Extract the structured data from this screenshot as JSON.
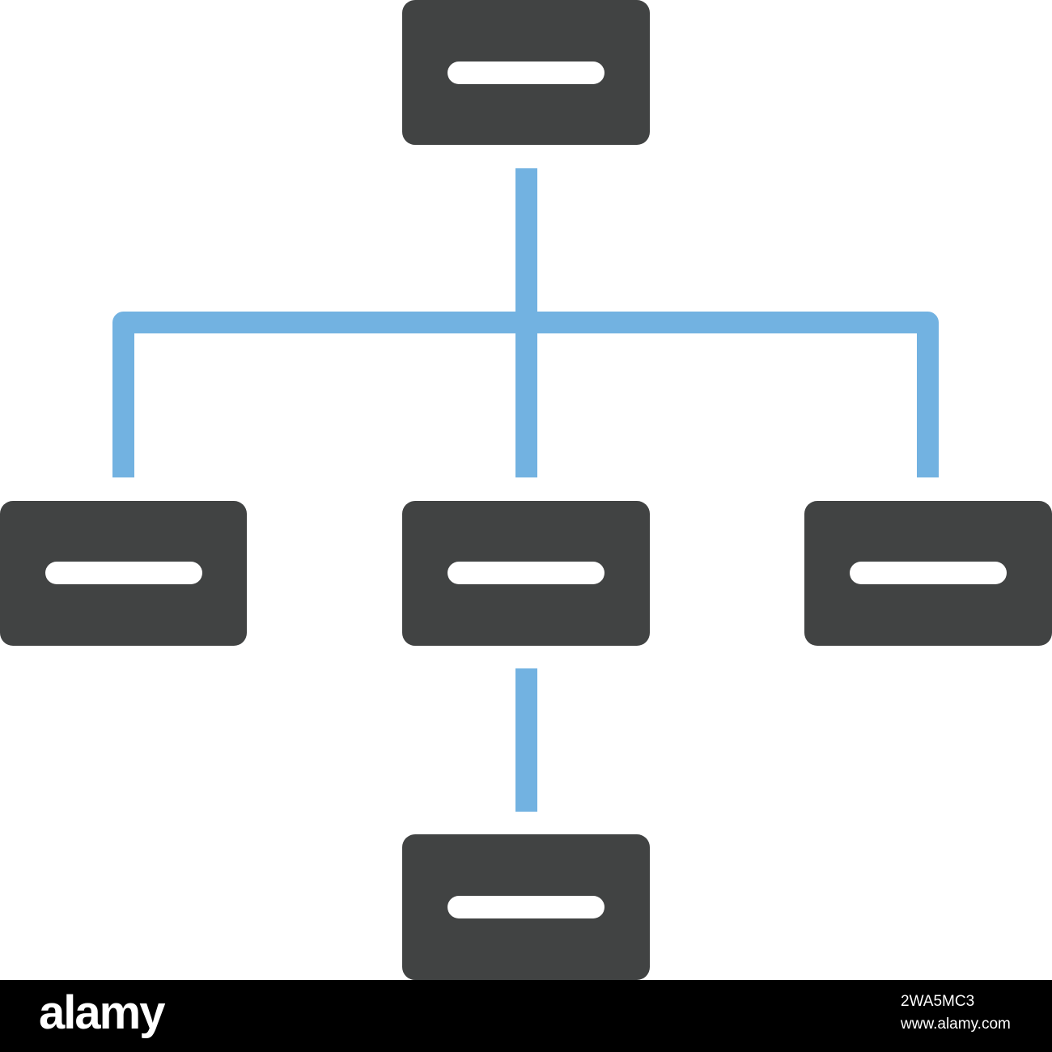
{
  "colors": {
    "box": "#414343",
    "connector": "#72b2e1",
    "box_line": "#ffffff",
    "background": "#ffffff",
    "footer": "#000000"
  },
  "icon": "hierarchy-org-chart-icon",
  "nodes": [
    {
      "role": "root"
    },
    {
      "role": "child-left"
    },
    {
      "role": "child-center"
    },
    {
      "role": "child-right"
    },
    {
      "role": "grandchild"
    }
  ],
  "footer": {
    "logo": "alamy",
    "image_id": "2WA5MC3",
    "url": "www.alamy.com"
  }
}
